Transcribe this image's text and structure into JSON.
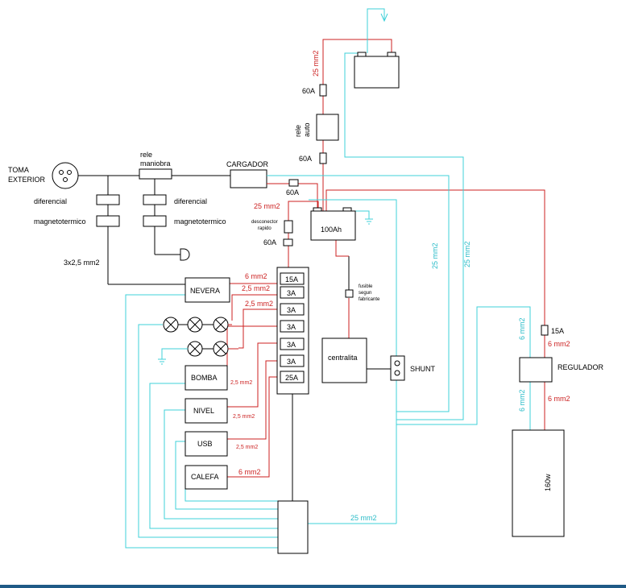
{
  "labels": {
    "toma": "TOMA",
    "exterior": "EXTERIOR",
    "rele1": "rele",
    "rele2": "maniobra",
    "cargador": "CARGADOR",
    "diferencial_left": "diferencial",
    "diferencial_right": "diferencial",
    "magneto_left": "magnetotermico",
    "magneto_right": "magnetotermico",
    "wire_3x25": "3x2,5 mm2",
    "nevera": "NEVERA",
    "bomba": "BOMBA",
    "nivel": "NIVEL",
    "usb": "USB",
    "calefa": "CALEFA",
    "battery_house": "100Ah",
    "desconector1": "desconector",
    "desconector2": "rapido",
    "fuse_60a_1": "60A",
    "fuse_60a_2": "60A",
    "fuse_60a_3": "60A",
    "fuse_60a_4": "60A",
    "rele_auto1": "rele",
    "rele_auto2": "auto",
    "wire_25_top": "25 mm2",
    "wire_25_mid": "25 mm2",
    "fusible1": "fusible",
    "fusible2": "segun",
    "fusible3": "fabricante",
    "centralita": "centralita",
    "shunt": "SHUNT",
    "regulador": "REGULADOR",
    "panel": "160w",
    "fuse_15a": "15A",
    "wire_6_reg_top": "6 mm2",
    "wire_6_reg_bot": "6 mm2",
    "wire_6_cyan_top": "6 mm2",
    "wire_6_cyan_bot": "6 mm2",
    "wire_25_cyan_a": "25 mm2",
    "wire_25_cyan_b": "25 mm2",
    "wire_25_cyan_bottom": "25 mm2",
    "fuses": [
      "15A",
      "3A",
      "3A",
      "3A",
      "3A",
      "3A",
      "25A"
    ],
    "w_nevera": "6 mm2",
    "w_f2": "2,5 mm2",
    "w_f3": "2,5 mm2",
    "w_bomba": "2,5 mm2",
    "w_nivel": "2,5 mm2",
    "w_usb": "2,5 mm2",
    "w_calefa": "6 mm2"
  },
  "colors": {
    "positive": "#cc2222",
    "negative": "#3fd0d8",
    "ac": "#000000",
    "bar": "#1f5a86"
  }
}
